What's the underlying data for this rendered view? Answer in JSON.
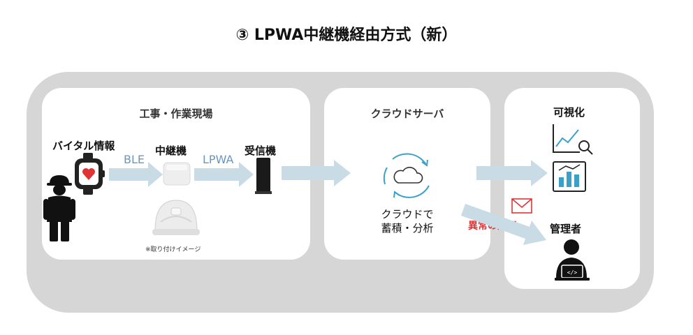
{
  "title": "③ LPWA中継機経由方式（新）",
  "site": {
    "header": "工事・作業現場",
    "vitals_label": "バイタル情報",
    "ble_label": "BLE",
    "relay_label": "中継機",
    "lpwa_label": "LPWA",
    "receiver_label": "受信機",
    "note": "※取り付けイメージ"
  },
  "cloud": {
    "header": "クラウドサーバ",
    "caption_line1": "クラウドで",
    "caption_line2": "蓄積・分析"
  },
  "right": {
    "visualize_label": "可視化",
    "alert_label": "異常の通知",
    "admin_label": "管理者"
  },
  "colors": {
    "background_band": "#d6d6d6",
    "panel": "#ffffff",
    "arrow": "#c9dbe5",
    "accent_blue": "#3aa0c8",
    "alert_red": "#e03434",
    "heart_red": "#e03434"
  }
}
